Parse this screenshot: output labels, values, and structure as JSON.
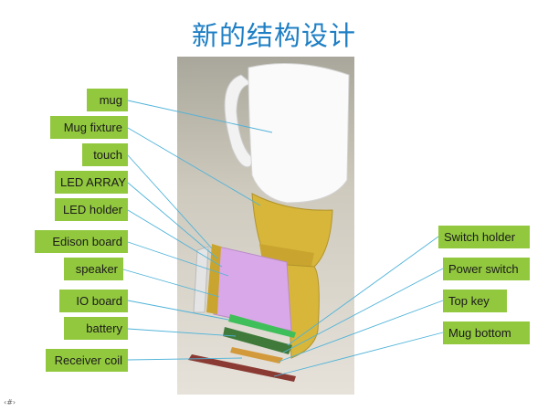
{
  "title": "新的结构设计",
  "labels_left": [
    "mug",
    "Mug fixture",
    "touch",
    "LED ARRAY",
    "LED holder",
    "Edison board",
    "speaker",
    "IO board",
    "battery",
    "Receiver coil"
  ],
  "labels_right": [
    "Switch holder",
    "Power switch",
    "Top key",
    "Mug bottom"
  ],
  "colors": {
    "title": "#1f7fc4",
    "label_bg": "#92c83e",
    "leader_line": "#4fb3d9"
  },
  "footer": "‹#›"
}
